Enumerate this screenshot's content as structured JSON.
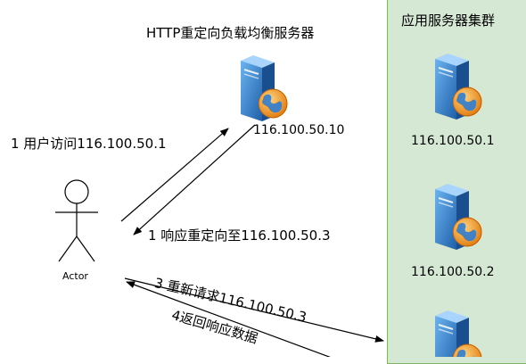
{
  "lb": {
    "title": "HTTP重定向负载均衡服务器",
    "ip": "116.100.50.10"
  },
  "cluster": {
    "title": "应用服务器集群",
    "servers": [
      "116.100.50.1",
      "116.100.50.2"
    ]
  },
  "actor": {
    "label": "Actor"
  },
  "edges": {
    "e1": "1 用户访问116.100.50.1",
    "e2": "1 响应重定向至116.100.50.3",
    "e3": "3 重新请求116.100.50.3",
    "e4": "4返回响应数据"
  },
  "colors": {
    "cluster_fill": "#d5e8d4",
    "cluster_border": "#82b366",
    "server_front": "#3a86d4",
    "server_side": "#1f5fa8",
    "globe": "#f0a030"
  }
}
